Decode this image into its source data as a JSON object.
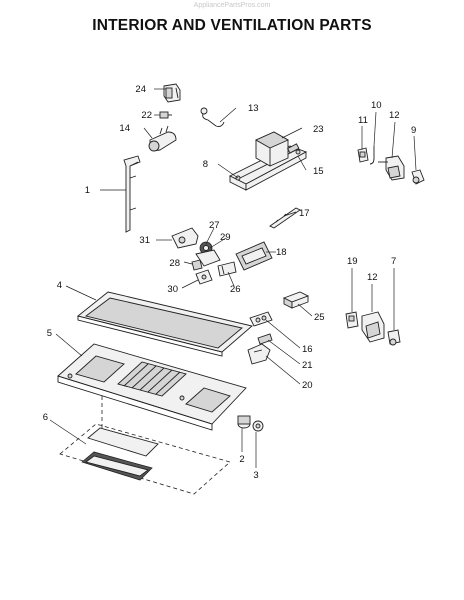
{
  "watermark": "AppliancePartsPros.com",
  "title": "INTERIOR AND VENTILATION PARTS",
  "callouts": {
    "c1": "1",
    "c2": "2",
    "c3": "3",
    "c4": "4",
    "c5": "5",
    "c6": "6",
    "c7": "7",
    "c8": "8",
    "c9": "9",
    "c10": "10",
    "c11": "11",
    "c12a": "12",
    "c12b": "12",
    "c13": "13",
    "c14": "14",
    "c15": "15",
    "c16": "16",
    "c17": "17",
    "c18": "18",
    "c19": "19",
    "c20": "20",
    "c21": "21",
    "c22": "22",
    "c23": "23",
    "c24": "24",
    "c25": "25",
    "c26": "26",
    "c27": "27",
    "c28": "28",
    "c29": "29",
    "c30": "30",
    "c31": "31"
  }
}
